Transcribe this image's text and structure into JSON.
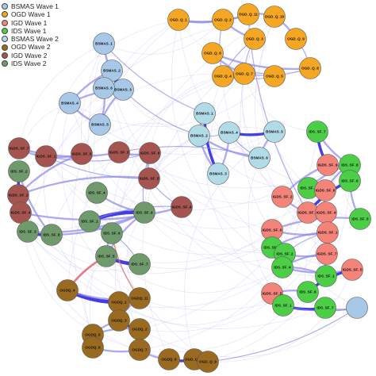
{
  "legend": [
    {
      "label": "BSMAS Wave 1",
      "color": "#a8c8e8"
    },
    {
      "label": "OGD Wave 1",
      "color": "#f5a623"
    },
    {
      "label": "IGD Wave 1",
      "color": "#f4837a"
    },
    {
      "label": "IDS Wave 1",
      "color": "#4cce47"
    },
    {
      "label": "BSMAS Wave 2",
      "color": "#b2dbe8"
    },
    {
      "label": "OGD Wave 2",
      "color": "#9b6a21"
    },
    {
      "label": "IGD Wave 2",
      "color": "#a65450"
    },
    {
      "label": "IDS Wave 2",
      "color": "#6e9a6c"
    }
  ],
  "nodes": [
    {
      "id": "BSMAS_1",
      "group": 0
    },
    {
      "id": "BSMAS_2",
      "group": 0
    },
    {
      "id": "BSMAS_3",
      "group": 0
    },
    {
      "id": "BSMAS_4",
      "group": 0
    },
    {
      "id": "BSMAS_5",
      "group": 0
    },
    {
      "id": "BSMAS_6",
      "group": 0
    },
    {
      "id": "OGD_Q_1",
      "group": 1
    },
    {
      "id": "OGD_Q_2",
      "group": 1
    },
    {
      "id": "OGD_Q_3",
      "group": 1
    },
    {
      "id": "OGD_Q_4",
      "group": 1
    },
    {
      "id": "OGD_Q_5",
      "group": 1
    },
    {
      "id": "OGD_Q_6",
      "group": 1
    },
    {
      "id": "OGD_Q_7",
      "group": 1
    },
    {
      "id": "OGD_Q_8",
      "group": 1
    },
    {
      "id": "OGD_Q_9",
      "group": 1
    },
    {
      "id": "OGD_Q_10",
      "group": 1
    },
    {
      "id": "OGD_Q_11",
      "group": 1
    },
    {
      "id": "BSMAS_1",
      "group": 4
    },
    {
      "id": "BSMAS_2",
      "group": 4
    },
    {
      "id": "BSMAS_3",
      "group": 4
    },
    {
      "id": "BSMAS_4",
      "group": 4
    },
    {
      "id": "BSMAS_5",
      "group": 4
    },
    {
      "id": "BSMAS_6",
      "group": 4
    },
    {
      "id": "IGDS_SF_7",
      "group": 6
    },
    {
      "id": "IGDS_SF_1",
      "group": 6
    },
    {
      "id": "IGDS_SF_8",
      "group": 6
    },
    {
      "id": "IGDS_SF_3",
      "group": 6
    },
    {
      "id": "IGDS_SF_6",
      "group": 6
    },
    {
      "id": "IGDS_SF_5",
      "group": 6
    },
    {
      "id": "IGDS_SF_2",
      "group": 6
    },
    {
      "id": "IGDS_SF_4",
      "group": 6
    },
    {
      "id": "IGDS_SF_9",
      "group": 6
    },
    {
      "id": "IDS_SF_2",
      "group": 7
    },
    {
      "id": "IDS_SF_3",
      "group": 7
    },
    {
      "id": "IDS_SF_8",
      "group": 7
    },
    {
      "id": "IDS_SF_4",
      "group": 7
    },
    {
      "id": "IDS_SF_9",
      "group": 7
    },
    {
      "id": "IDS_SF_1",
      "group": 7
    },
    {
      "id": "IDS_SF_6",
      "group": 7
    },
    {
      "id": "IDS_SF_5",
      "group": 7
    },
    {
      "id": "IDS_SF_7",
      "group": 7
    },
    {
      "id": "OGDQ_4",
      "group": 5
    },
    {
      "id": "OGDQ_1",
      "group": 5
    },
    {
      "id": "OGDQ_11",
      "group": 5
    },
    {
      "id": "OGDQ_3",
      "group": 5
    },
    {
      "id": "OGDQ_2",
      "group": 5
    },
    {
      "id": "OGDQ_5",
      "group": 5
    },
    {
      "id": "OGDQ_6",
      "group": 5
    },
    {
      "id": "OGDQ_7",
      "group": 5
    },
    {
      "id": "OGDQ_8",
      "group": 5
    },
    {
      "id": "OGD_Q_10",
      "group": 5
    },
    {
      "id": "OGD_Q_9",
      "group": 5
    },
    {
      "id": "IDS_SF_7",
      "group": 3
    },
    {
      "id": "IGDS_SF_9",
      "group": 2
    },
    {
      "id": "IDS_SF_8",
      "group": 3
    },
    {
      "id": "IDS_SF_9",
      "group": 3
    },
    {
      "id": "IGDS_SF_2",
      "group": 2
    },
    {
      "id": "IGDS_SF_8",
      "group": 2
    },
    {
      "id": "IDS_SF_6",
      "group": 3
    },
    {
      "id": "IGDS_SF_3",
      "group": 2
    },
    {
      "id": "IGDS_SF_4",
      "group": 2
    },
    {
      "id": "IDS_SF_5",
      "group": 3
    },
    {
      "id": "IGDS_SF_6",
      "group": 2
    },
    {
      "id": "IGDS_SF_1",
      "group": 2
    },
    {
      "id": "IDS_SF_3",
      "group": 3
    },
    {
      "id": "IDS_SF_2",
      "group": 3
    },
    {
      "id": "IGDS_SF_7",
      "group": 2
    },
    {
      "id": "IDS_SF_1",
      "group": 3
    },
    {
      "id": "IDS_SF_4",
      "group": 3
    },
    {
      "id": "IGDS_SF_5",
      "group": 2
    },
    {
      "id": "IDS_SF_6",
      "group": 3
    },
    {
      "id": "IGDS_SF_5",
      "group": 2
    },
    {
      "id": "IDS_SF_1",
      "group": 3
    },
    {
      "id": "IDS_SF_7",
      "group": 3
    }
  ],
  "edges": [
    [
      0,
      1,
      2
    ],
    [
      1,
      2,
      5
    ],
    [
      1,
      3,
      2
    ],
    [
      2,
      3,
      2
    ],
    [
      2,
      4,
      2
    ],
    [
      3,
      4,
      2
    ],
    [
      4,
      5,
      2
    ],
    [
      2,
      5,
      1
    ],
    [
      6,
      7,
      2
    ],
    [
      7,
      8,
      2
    ],
    [
      7,
      9,
      1
    ],
    [
      8,
      9,
      1
    ],
    [
      9,
      10,
      1
    ],
    [
      9,
      12,
      2
    ],
    [
      10,
      12,
      1
    ],
    [
      11,
      12,
      2
    ],
    [
      11,
      13,
      2
    ],
    [
      13,
      14,
      1
    ],
    [
      14,
      15,
      2
    ],
    [
      15,
      16,
      2
    ],
    [
      6,
      16,
      2
    ],
    [
      7,
      16,
      1
    ],
    [
      8,
      12,
      1
    ],
    [
      12,
      13,
      1
    ],
    [
      17,
      18,
      2
    ],
    [
      17,
      19,
      3
    ],
    [
      18,
      19,
      2
    ],
    [
      19,
      20,
      2
    ],
    [
      20,
      21,
      3
    ],
    [
      18,
      20,
      1
    ],
    [
      18,
      22,
      2
    ],
    [
      20,
      22,
      1
    ],
    [
      21,
      22,
      2
    ],
    [
      23,
      24,
      2
    ],
    [
      23,
      26,
      2
    ],
    [
      24,
      25,
      2
    ],
    [
      25,
      29,
      2
    ],
    [
      26,
      27,
      2
    ],
    [
      27,
      28,
      2
    ],
    [
      24,
      27,
      1
    ],
    [
      24,
      28,
      1
    ],
    [
      28,
      29,
      2
    ],
    [
      29,
      30,
      1
    ],
    [
      30,
      31,
      2
    ],
    [
      28,
      31,
      1
    ],
    [
      32,
      33,
      3
    ],
    [
      33,
      34,
      3
    ],
    [
      32,
      34,
      2
    ],
    [
      33,
      36,
      2
    ],
    [
      35,
      36,
      2
    ],
    [
      34,
      36,
      2
    ],
    [
      36,
      37,
      4
    ],
    [
      37,
      38,
      2
    ],
    [
      36,
      39,
      2
    ],
    [
      38,
      39,
      2
    ],
    [
      39,
      40,
      4
    ],
    [
      40,
      38,
      1
    ],
    [
      41,
      42,
      4
    ],
    [
      41,
      43,
      2
    ],
    [
      42,
      43,
      2
    ],
    [
      43,
      44,
      2
    ],
    [
      44,
      45,
      3
    ],
    [
      45,
      46,
      2
    ],
    [
      44,
      46,
      2
    ],
    [
      46,
      47,
      2
    ],
    [
      47,
      48,
      2
    ],
    [
      48,
      49,
      2
    ],
    [
      49,
      50,
      3
    ],
    [
      50,
      51,
      2
    ],
    [
      52,
      53,
      3
    ],
    [
      53,
      54,
      2
    ],
    [
      52,
      54,
      2
    ],
    [
      54,
      55,
      2
    ],
    [
      53,
      56,
      2
    ],
    [
      54,
      57,
      2
    ],
    [
      55,
      57,
      1
    ],
    [
      56,
      59,
      2
    ],
    [
      57,
      60,
      2
    ],
    [
      58,
      59,
      3
    ],
    [
      59,
      60,
      2
    ],
    [
      58,
      61,
      2
    ],
    [
      61,
      62,
      2
    ],
    [
      62,
      63,
      2
    ],
    [
      63,
      64,
      2
    ],
    [
      64,
      65,
      2
    ],
    [
      63,
      65,
      1
    ],
    [
      65,
      66,
      2
    ],
    [
      66,
      67,
      2
    ],
    [
      66,
      68,
      2
    ],
    [
      67,
      68,
      2
    ],
    [
      68,
      69,
      2
    ],
    [
      69,
      70,
      3
    ],
    [
      71,
      72,
      2
    ],
    [
      72,
      73,
      3
    ],
    [
      70,
      71,
      2
    ],
    [
      73,
      74,
      2
    ],
    [
      72,
      74,
      1
    ],
    [
      0,
      17,
      1
    ],
    [
      2,
      18,
      1
    ],
    [
      22,
      26,
      1
    ],
    [
      27,
      36,
      1
    ],
    [
      31,
      37,
      1
    ],
    [
      39,
      41,
      1
    ],
    [
      51,
      74,
      1
    ],
    [
      16,
      59,
      1
    ]
  ],
  "red_edges": [
    [
      39,
      41,
      2
    ],
    [
      38,
      43,
      1
    ]
  ]
}
